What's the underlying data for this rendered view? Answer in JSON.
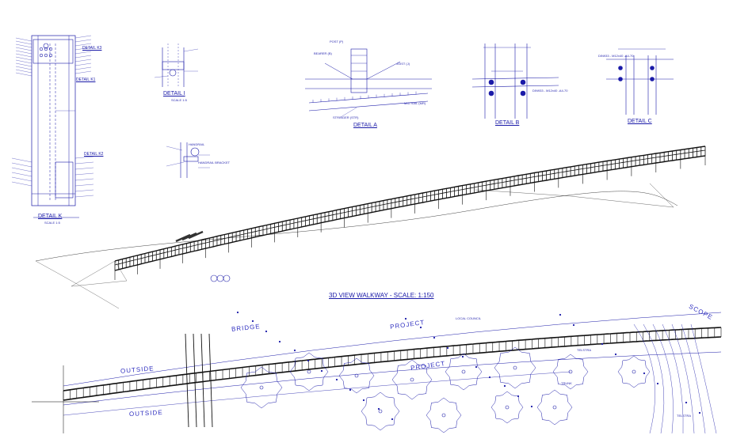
{
  "details": {
    "k": {
      "title": "DETAIL K",
      "scale": "SCALE 1:5"
    },
    "k1": {
      "title": "DETAIL K1"
    },
    "k2": {
      "title": "DETAIL K2"
    },
    "k3": {
      "title": "DETAIL K3"
    },
    "i": {
      "title": "DETAIL I",
      "scale": "SCALE 1:5"
    },
    "a": {
      "title": "DETAIL A"
    },
    "b": {
      "title": "DETAIL B"
    },
    "c": {
      "title": "DETAIL C"
    }
  },
  "annotations": {
    "bearer": "BEARER (B)",
    "post": "POST (P)",
    "joist": "JOIST (J)",
    "mid_rail": "MID RAIL (MR)",
    "stringer": "STRINGER (STR)",
    "handrail_bracket": "HANDRAIL BRACKET",
    "handrail": "HANDRAIL",
    "bolt_b": "DIN933 - M12x40 -A4-70",
    "bolt_c": "DIN933 - M12x40 -A4-70"
  },
  "view_title": "3D VIEW WALKWAY - SCALE: 1:150",
  "site_labels": {
    "outside_top": "OUTSIDE",
    "outside_bottom": "OUTSIDE",
    "bridge": "BRIDGE",
    "project_top": "PROJECT",
    "project_bottom": "PROJECT",
    "scope": "SCOPE",
    "local_council": "LOCAL COUNCIL",
    "telstra": "TELSTRA",
    "trunk": "TRUNK"
  },
  "colors": {
    "linework": "#1a1aa8",
    "model": "#111111",
    "pencil": "#555555"
  }
}
